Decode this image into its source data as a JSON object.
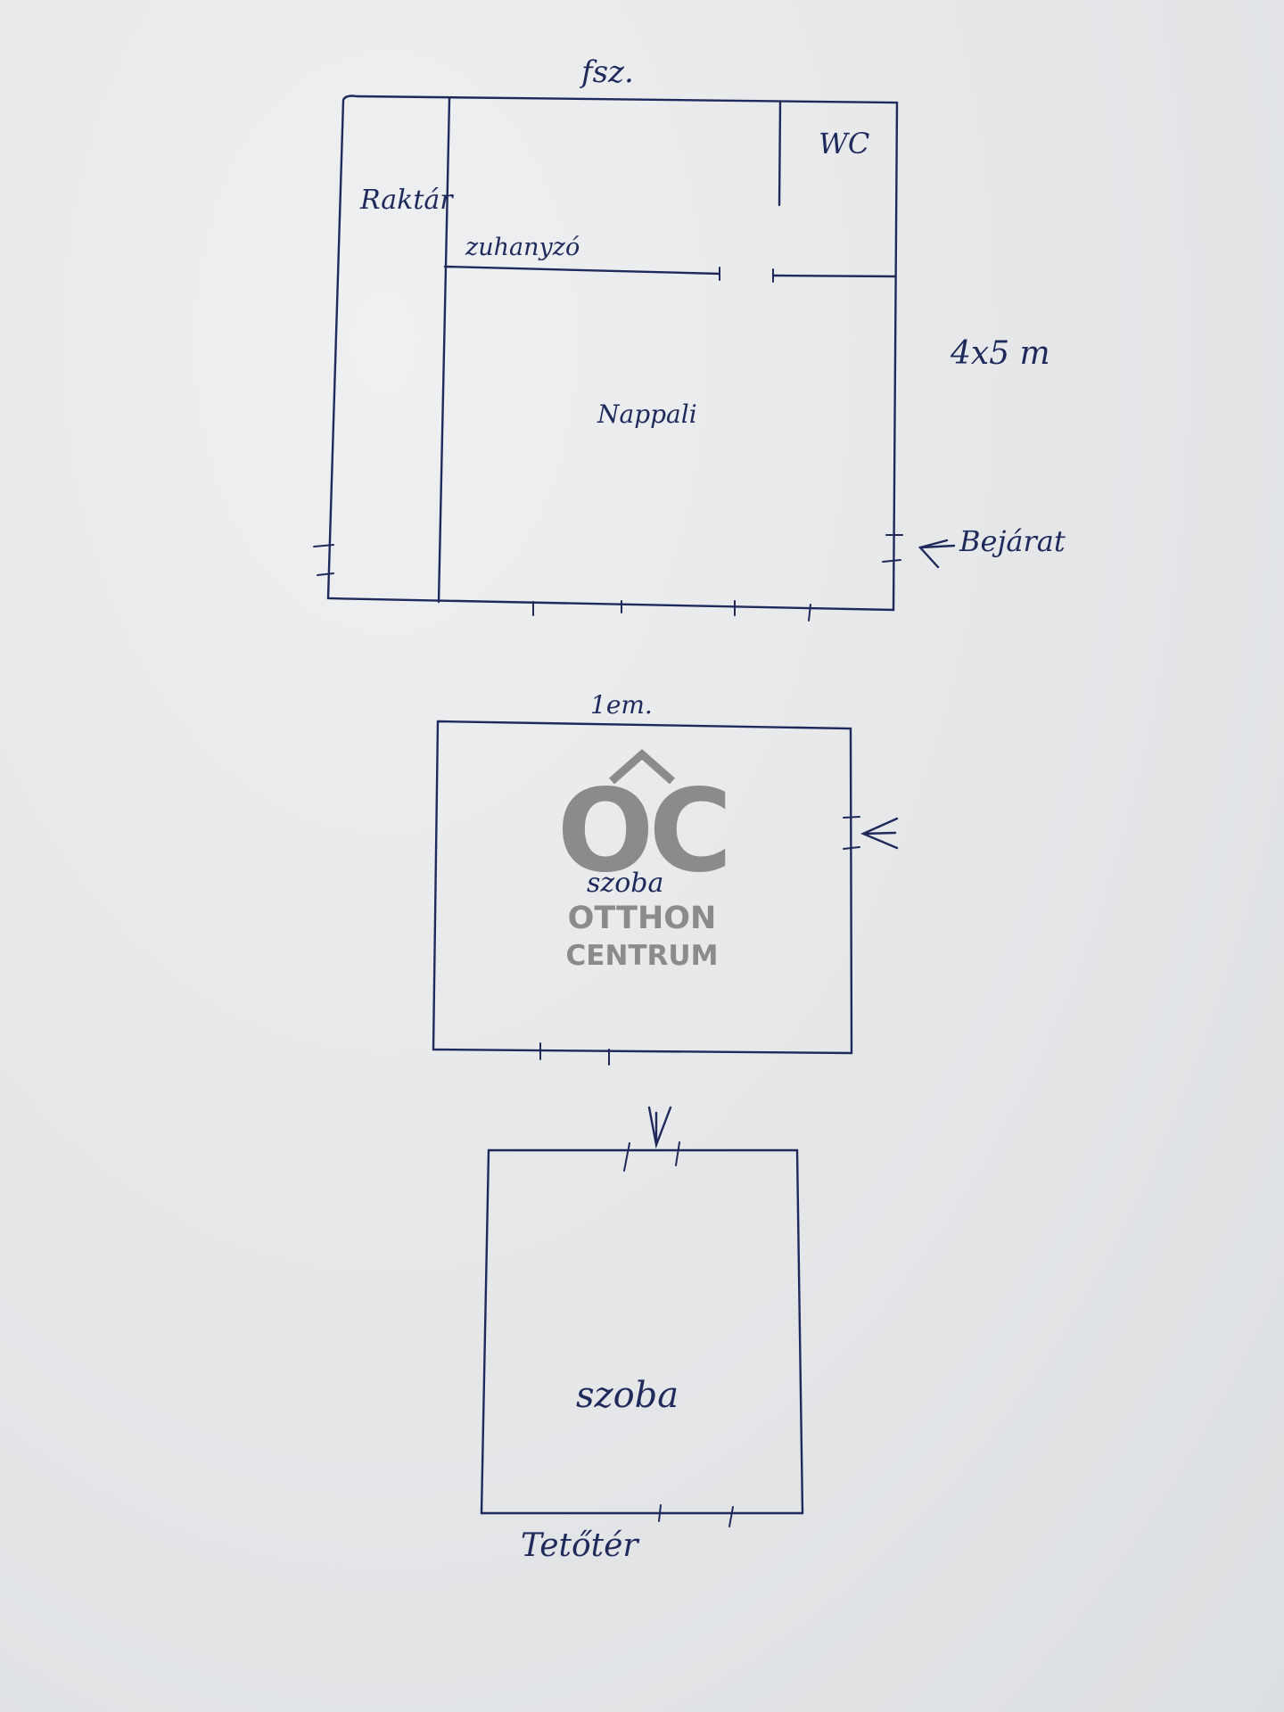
{
  "floors": {
    "ground": {
      "label": "fsz.",
      "rooms": {
        "storage": "Raktár",
        "wc": "WC",
        "shower": "zuhanyzó",
        "living": "Nappali"
      },
      "dimensions": "4x5 m",
      "entrance": "Bejárat"
    },
    "first": {
      "label": "1em.",
      "room": "szoba"
    },
    "attic": {
      "room": "szoba",
      "label": "Tetőtér"
    }
  },
  "watermark": {
    "logo_letters": "OC",
    "line1": "OTTHON",
    "line2": "CENTRUM"
  },
  "colors": {
    "ink": "#1f2a5c",
    "watermark": "#8a8b8d"
  }
}
